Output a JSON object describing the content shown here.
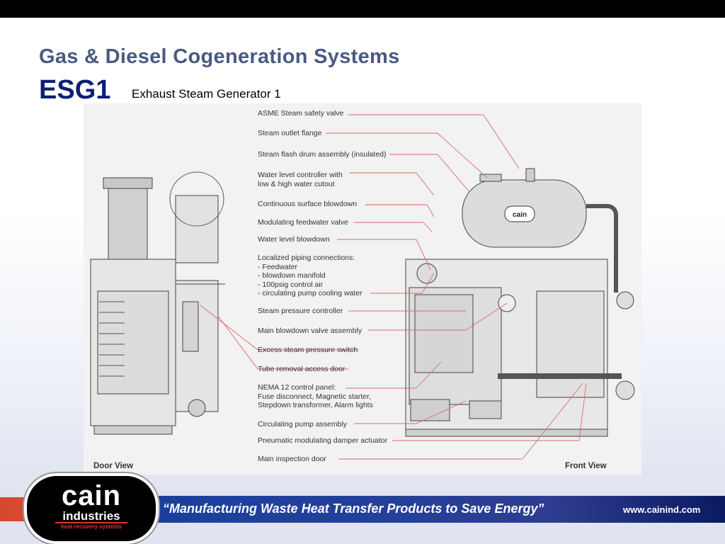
{
  "slide": {
    "title": "Gas & Diesel Cogeneration Systems",
    "model": "ESG1",
    "model_subtitle": "Exhaust Steam Generator 1"
  },
  "diagram": {
    "callouts": [
      "ASME Steam safety valve",
      "Steam outlet flange",
      "Steam flash drum assembly (insulated)",
      "Water level controller with\nlow & high water cutout",
      "Continuous surface blowdown",
      "Modulating feedwater valve",
      "Water level blowdown",
      "Localized piping connections:\n- Feedwater\n- blowdown manifold\n- 100psig control air\n- circulating pump cooling water",
      "Steam pressure controller",
      "Main blowdown valve assembly",
      "Excess steam pressure switch",
      "Tube removal access door",
      "NEMA 12 control panel:\nFuse disconnect, Magnetic starter,\nStepdown transformer, Alarm lights",
      "Circulating pump assembly",
      "Pneumatic modulating damper actuator",
      "Main inspection door"
    ],
    "door_view_label": "Door View",
    "front_view_label": "Front View",
    "drum_badge": "cain"
  },
  "footer": {
    "logo_main": "cain",
    "logo_sub": "industries",
    "logo_tag": "heat recovery systems",
    "slogan": "“Manufacturing Waste Heat Transfer Products to Save Energy”",
    "url": "www.cainind.com"
  },
  "colors": {
    "title": "#4a5a80",
    "model": "#0d1f78",
    "leader_line": "#d86a6a",
    "footer_blue": "#1c3f9c",
    "footer_red": "#e0472f"
  }
}
